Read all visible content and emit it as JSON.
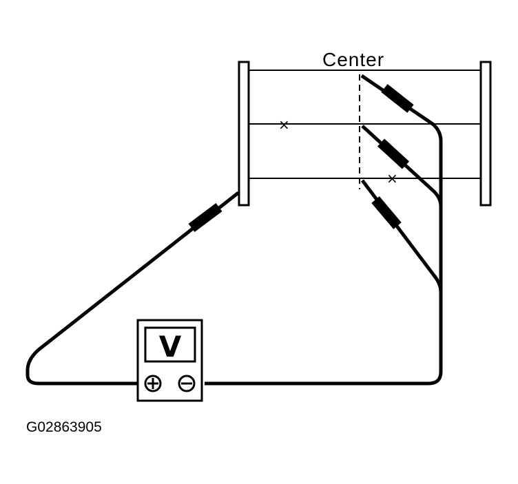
{
  "labels": {
    "center": "Center",
    "figure_code": "G02863905",
    "meter_display": "V",
    "open_mark": "×"
  },
  "meter": {
    "positive_terminal": "+",
    "negative_terminal": "−"
  }
}
